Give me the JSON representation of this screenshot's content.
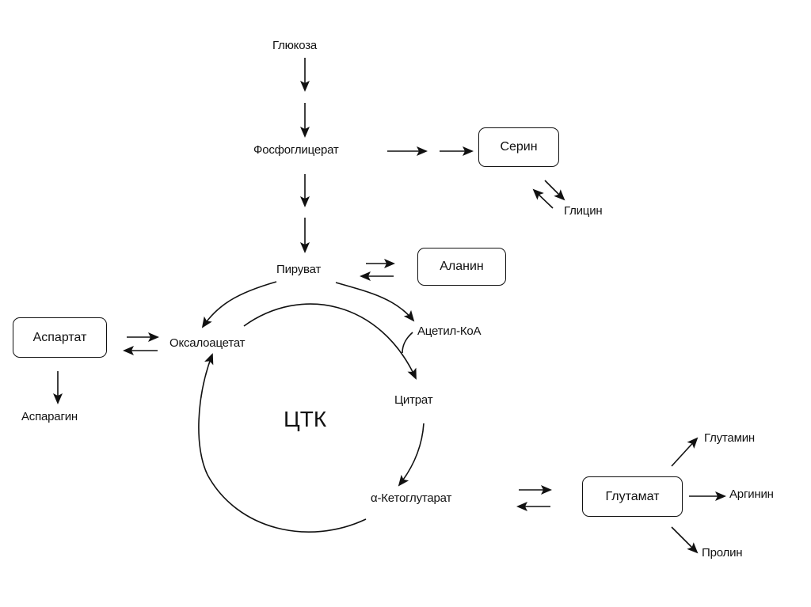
{
  "diagram": {
    "nodes": {
      "glucose": "Глюкоза",
      "phosphoglycerate": "Фосфоглицерат",
      "serine": "Серин",
      "glycine": "Глицин",
      "pyruvate": "Пируват",
      "alanine": "Аланин",
      "acetyl_coa": "Ацетил-КоА",
      "aspartate": "Аспартат",
      "oxaloacetate": "Оксалоацетат",
      "asparagine": "Аспарагин",
      "citrate": "Цитрат",
      "tca": "ЦТК",
      "alpha_ketoglutarate": "α-Кетоглутарат",
      "glutamate": "Глутамат",
      "glutamine": "Глутамин",
      "arginine": "Аргинин",
      "proline": "Пролин"
    },
    "boxed_nodes": [
      "serine",
      "alanine",
      "aspartate",
      "glutamate"
    ],
    "edges": [
      {
        "from": "glucose",
        "to": "phosphoglycerate",
        "type": "multi-step"
      },
      {
        "from": "phosphoglycerate",
        "to": "serine",
        "type": "multi-step"
      },
      {
        "from": "serine",
        "to": "glycine",
        "type": "reversible"
      },
      {
        "from": "phosphoglycerate",
        "to": "pyruvate",
        "type": "multi-step"
      },
      {
        "from": "pyruvate",
        "to": "alanine",
        "type": "reversible"
      },
      {
        "from": "pyruvate",
        "to": "oxaloacetate",
        "type": "irreversible"
      },
      {
        "from": "pyruvate",
        "to": "acetyl_coa",
        "type": "irreversible"
      },
      {
        "from": "acetyl_coa",
        "to": "citrate",
        "type": "irreversible"
      },
      {
        "from": "oxaloacetate",
        "to": "citrate",
        "type": "cycle"
      },
      {
        "from": "citrate",
        "to": "alpha_ketoglutarate",
        "type": "cycle"
      },
      {
        "from": "alpha_ketoglutarate",
        "to": "oxaloacetate",
        "type": "cycle"
      },
      {
        "from": "aspartate",
        "to": "oxaloacetate",
        "type": "reversible"
      },
      {
        "from": "aspartate",
        "to": "asparagine",
        "type": "irreversible"
      },
      {
        "from": "alpha_ketoglutarate",
        "to": "glutamate",
        "type": "reversible"
      },
      {
        "from": "glutamate",
        "to": "glutamine",
        "type": "irreversible"
      },
      {
        "from": "glutamate",
        "to": "arginine",
        "type": "irreversible"
      },
      {
        "from": "glutamate",
        "to": "proline",
        "type": "irreversible"
      }
    ]
  }
}
